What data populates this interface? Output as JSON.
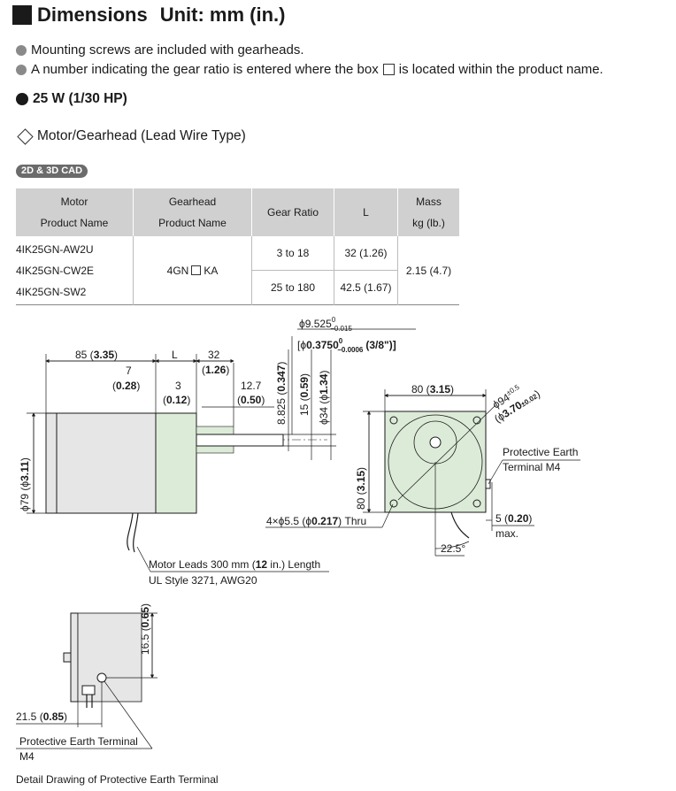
{
  "header": {
    "title_main": "Dimensions",
    "title_unit": "Unit: mm (in.)"
  },
  "notes": [
    {
      "text": "Mounting screws are included with gearheads."
    },
    {
      "pre": "A number indicating the gear ratio is entered where the box",
      "post": "is located within the product name."
    }
  ],
  "section": {
    "title": "25 W (1/30 HP)",
    "subtitle": "Motor/Gearhead (Lead Wire Type)",
    "cad_badge": "2D & 3D CAD"
  },
  "table": {
    "headers": {
      "motor_l1": "Motor",
      "motor_l2": "Product  Name",
      "gear_l1": "Gearhead",
      "gear_l2": "Product  Name",
      "ratio": "Gear Ratio",
      "length": "L",
      "mass_l1": "Mass",
      "mass_l2": "kg (lb.)"
    },
    "motors": [
      "4IK25GN-AW2U",
      "4IK25GN-CW2E",
      "4IK25GN-SW2"
    ],
    "gearhead_pre": "4GN",
    "gearhead_post": "KA",
    "rows": [
      {
        "ratio": "3 to 18",
        "length": "32 (1.26)"
      },
      {
        "ratio": "25 to 180",
        "length": "42.5 (1.67)"
      }
    ],
    "mass": "2.15 (4.7)"
  },
  "drawing": {
    "d85": "85 (",
    "d85b": "3.35",
    "d85c": ")",
    "dL": "L",
    "d32": "32",
    "d32b": "1.26",
    "d7": "7",
    "d7b": "0.28",
    "d3": "3",
    "d3b": "0.12",
    "d127": "12.7",
    "d127b": "0.50",
    "d8825": "8.825 (",
    "d8825b": "0.347",
    "d8825c": ")",
    "d15": "15 (",
    "d15b": "0.59",
    "d15c": ")",
    "d34": "ϕ34 (ϕ",
    "d34b": "1.34",
    "d34c": ")",
    "d79": "ϕ79 (ϕ",
    "d79b": "3.11",
    "d79c": ")",
    "shaft1": "ϕ9.525",
    "shaft1_up": "0",
    "shaft1_low": "−0.015",
    "shaft2_pre": "[ϕ",
    "shaft2_b": "0.3750",
    "shaft2_up": "0",
    "shaft2_low": "−0.0006",
    "shaft2_post": "(3/8\")]",
    "f80": "80 (",
    "f80b": "3.15",
    "f80c": ")",
    "f94": "ϕ94",
    "f94tol": "±0.5",
    "f370": "(ϕ",
    "f370b": "3.70",
    "f370tol": "±0.02",
    "f370c": ")",
    "pe1": "Protective Earth",
    "pe2": "Terminal M4",
    "holes": "4×ϕ5.5 (ϕ",
    "holesb": "0.217",
    "holesc": ") Thru",
    "d5": "5 (",
    "d5b": "0.20",
    "d5c": ")",
    "dmax": "max.",
    "angle": "22.5°",
    "leads1": "Motor Leads 300 mm (",
    "leads1b": "12",
    "leads1c": " in.) Length",
    "leads2": "UL Style 3271, AWG20",
    "det165": "16.5 (",
    "det165b": "0.65",
    "det165c": ")",
    "det215": "21.5 (",
    "det215b": "0.85",
    "det215c": ")",
    "detpe1": "Protective Earth Terminal",
    "detpe2": "M4",
    "caption": "Detail Drawing of Protective Earth Terminal"
  }
}
